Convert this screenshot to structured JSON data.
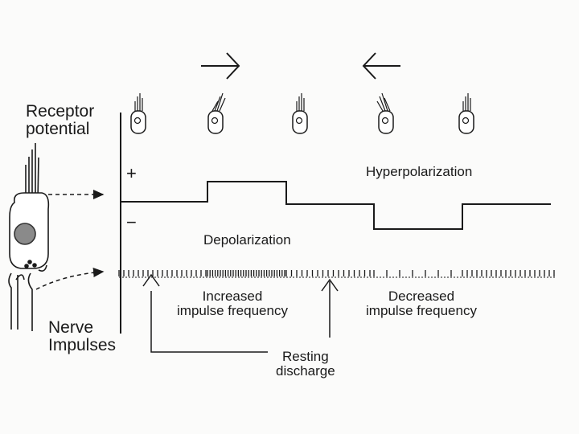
{
  "labels": {
    "receptor_potential": [
      "Receptor",
      "potential"
    ],
    "nerve_impulses": [
      "Nerve",
      "Impulses"
    ],
    "plus": "+",
    "minus": "−",
    "depolarization": "Depolarization",
    "hyperpolarization": "Hyperpolarization",
    "increased": [
      "Increased",
      "impulse frequency"
    ],
    "decreased": [
      "Decreased",
      "impulse frequency"
    ],
    "resting": [
      "Resting",
      "discharge"
    ]
  },
  "arrows": {
    "left_direction": "right",
    "right_direction": "left"
  },
  "hair_cells": [
    {
      "deflection": "none"
    },
    {
      "deflection": "right"
    },
    {
      "deflection": "none"
    },
    {
      "deflection": "left"
    },
    {
      "deflection": "none"
    }
  ],
  "receptor_trace": {
    "levels": [
      "rest",
      "depolarized",
      "rest",
      "hyperpolarized",
      "rest"
    ]
  },
  "impulse_train": {
    "segments": [
      "resting",
      "increased",
      "resting",
      "decreased",
      "resting"
    ]
  },
  "colors": {
    "ink": "#1a1a1a",
    "paper": "#fbfbfa",
    "cell_nucleus": "#8a8a8a"
  }
}
